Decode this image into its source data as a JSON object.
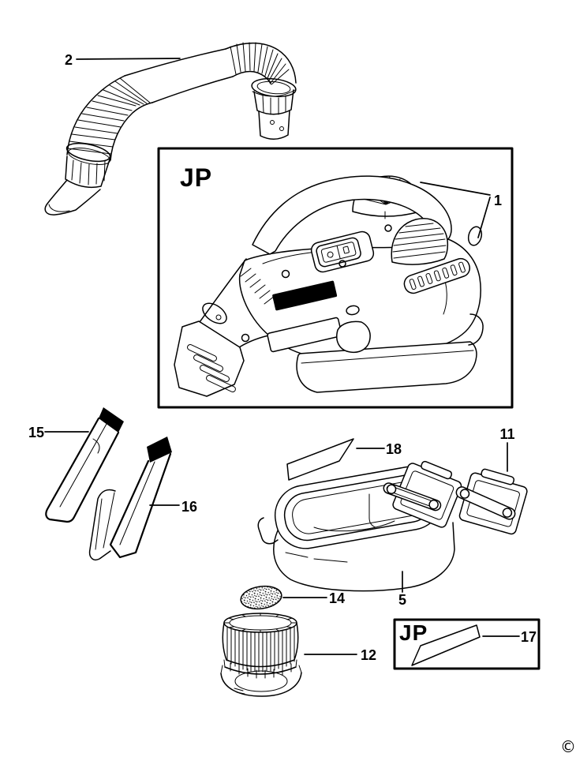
{
  "figure": {
    "main_box_label": "JP",
    "inset_box_label": "JP",
    "copyright": "©",
    "callouts": {
      "main_unit": "1",
      "hose": "2",
      "dust_bowl": "5",
      "bracket": "11",
      "filter": "12",
      "pre_filter": "14",
      "crevice_tool": "15",
      "brush_tool": "16",
      "inset_label": "17",
      "upper_label": "18"
    }
  }
}
